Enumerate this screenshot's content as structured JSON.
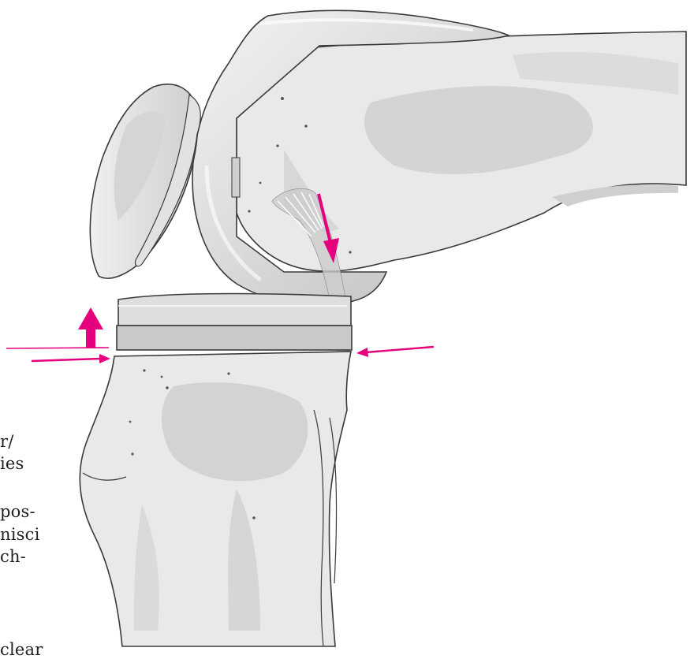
{
  "figure": {
    "colors": {
      "accent_arrows": "#e5007e",
      "bone_fill": "#e9e9e9",
      "bone_shade": "#d2d2d2",
      "bone_dark": "#bfbfbf",
      "outline": "#3a3a3a",
      "implant_fill": "#dcdcdc",
      "insert_fill": "#c9c9c9"
    },
    "icons": [
      "femur-bone",
      "patella",
      "tibia-bone",
      "femoral-component",
      "tibial-insert",
      "posterior-cruciate-ligament",
      "force-arrow",
      "lift-arrow"
    ],
    "cropped_text_fragments": [
      "r/",
      "ies",
      "pos-",
      "nisci",
      "ch-",
      "clear"
    ]
  }
}
